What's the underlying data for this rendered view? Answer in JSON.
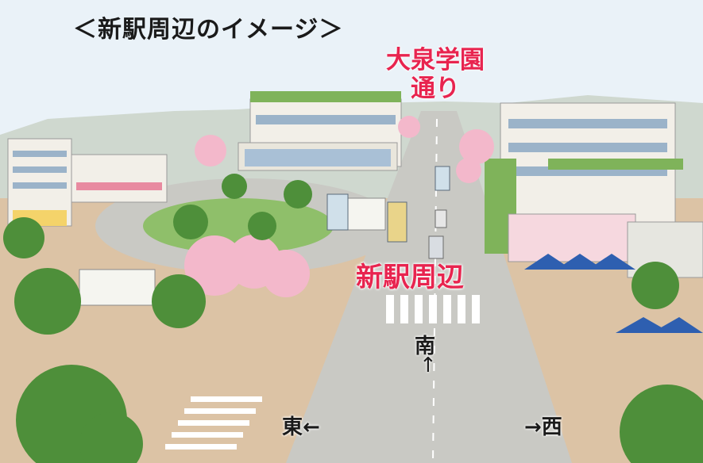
{
  "title": "＜新駅周辺のイメージ＞",
  "avenue_label": [
    "大泉学園",
    "通り"
  ],
  "station_area_label": "新駅周辺",
  "directions": {
    "south": "南",
    "south_arrow": "↑",
    "east": "東←",
    "west": "→西"
  },
  "colors": {
    "accent": "#e8244f",
    "sky": "#eaf2f8",
    "plaza": "#d9b38c",
    "road": "#c9c9c4",
    "tree": "#4e8f3a",
    "cherry": "#f3b8cb",
    "building": "#f2efe8",
    "roof_green": "#7fb35a",
    "umbrella": "#2e5fb0"
  }
}
